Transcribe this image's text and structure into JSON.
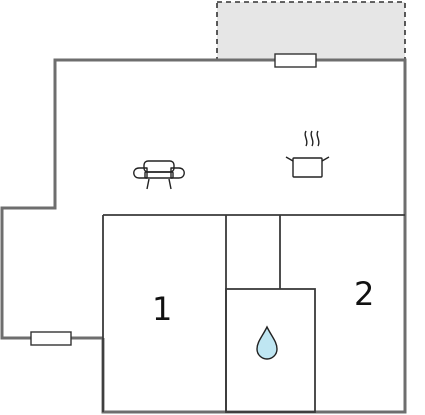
{
  "floorplan": {
    "rooms": [
      {
        "label": "1",
        "kind": "bedroom"
      },
      {
        "label": "2",
        "kind": "bedroom"
      }
    ],
    "icons": [
      {
        "name": "sofa-icon",
        "meaning": "living area"
      },
      {
        "name": "cooking-pot-icon",
        "meaning": "kitchen"
      },
      {
        "name": "water-drop-icon",
        "meaning": "bathroom"
      }
    ],
    "terrace": {
      "style": "dashed",
      "fill": "#e6e6e6"
    },
    "colors": {
      "wall": "#6e6e6e",
      "interior_line": "#3a3a3a",
      "background": "#ffffff",
      "drop_fill": "#bfe6f2"
    }
  }
}
